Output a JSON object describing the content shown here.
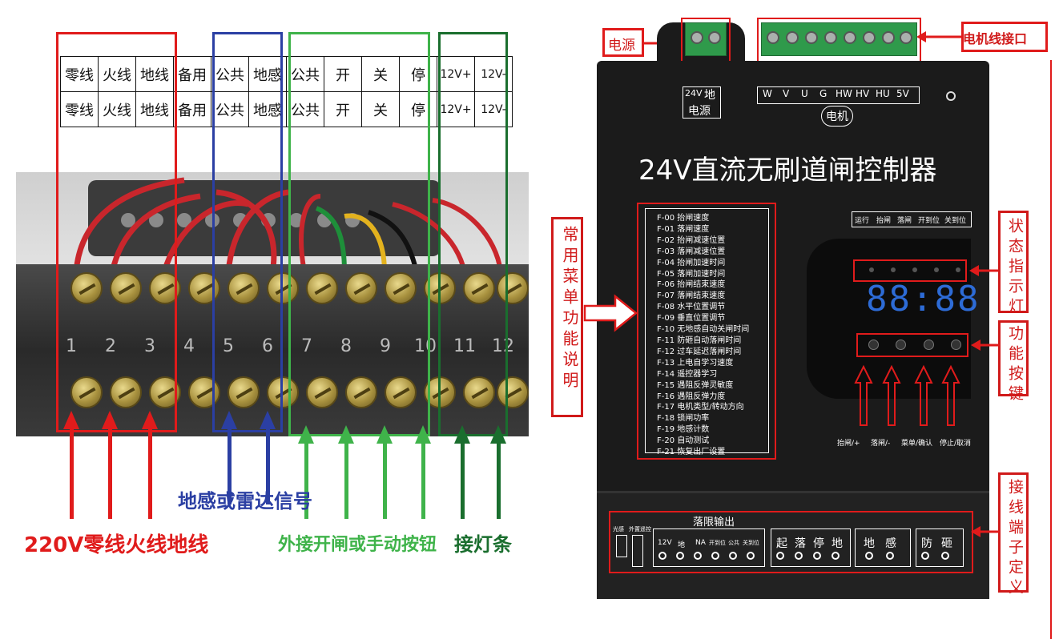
{
  "terminal_table": {
    "row": [
      "零线",
      "火线",
      "地线",
      "备用",
      "公共",
      "地感",
      "公共",
      "开",
      "关",
      "停",
      "12V+",
      "12V-"
    ]
  },
  "terminal_numbers": [
    "1",
    "2",
    "3",
    "4",
    "5",
    "6",
    "7",
    "8",
    "9",
    "10",
    "11",
    "12"
  ],
  "left_captions": {
    "power": "220V零线火线地线",
    "ground_sensor": "地感或雷达信号",
    "external_button": "外接开闸或手动按钮",
    "light_strip": "接灯条"
  },
  "controller": {
    "title": "24V直流无刷道闸控制器",
    "power_terminal": {
      "labels": [
        "24V",
        "地"
      ],
      "caption": "电源"
    },
    "motor_terminal": {
      "labels": [
        "W",
        "V",
        "U",
        "G",
        "HW",
        "HV",
        "HU",
        "5V"
      ],
      "caption": "电机"
    },
    "status_labels": [
      "运行",
      "抬闸",
      "落闸",
      "开到位",
      "关到位"
    ],
    "display_value": "88:88",
    "button_labels": [
      "抬闸/+",
      "落闸/-",
      "菜单/确认",
      "停止/取消"
    ],
    "menu_items": [
      "F-00 抬闸速度",
      "F-01 落闸速度",
      "F-02 抬闸减速位置",
      "F-03 落闸减速位置",
      "F-04 抬闸加速时间",
      "F-05 落闸加速时间",
      "F-06 抬闸结束速度",
      "F-07 落闸结束速度",
      "F-08 水平位置调节",
      "F-09 垂直位置调节",
      "F-10 无地感自动关闸时间",
      "F-11 防砸自动落闸时间",
      "F-12 过车延迟落闸时间",
      "F-13 上电自学习速度",
      "F-14 遥控器学习",
      "F-15 遇阻反弹灵敏度",
      "F-16 遇阻反弹力度",
      "F-17 电机类型/转动方向",
      "F-18 锁闸功率",
      "F-19 地感计数",
      "F-20 自动测试",
      "F-21 恢复出厂设置"
    ],
    "bottom": {
      "limit_title": "落限输出",
      "left_small": [
        "光感",
        "外置遥控"
      ],
      "limit_labels": [
        "12V",
        "地",
        "NA",
        "开到位",
        "公共",
        "关到位"
      ],
      "group2": [
        "起",
        "落",
        "停",
        "地"
      ],
      "group3": [
        "地",
        "感"
      ],
      "group4": [
        "防",
        "砸"
      ]
    }
  },
  "callouts": {
    "power": "电源",
    "motor_port": "电机线接口",
    "menu": "常用菜单功能说明",
    "status": "状态指示灯",
    "buttons": "功能按键",
    "terminal_def": "接线端子定义"
  },
  "colors": {
    "red": "#e01b1b",
    "blue": "#2b3fa3",
    "green": "#3fb34a",
    "dark_green": "#1a6e2e",
    "display_blue": "#2d6bd6"
  }
}
